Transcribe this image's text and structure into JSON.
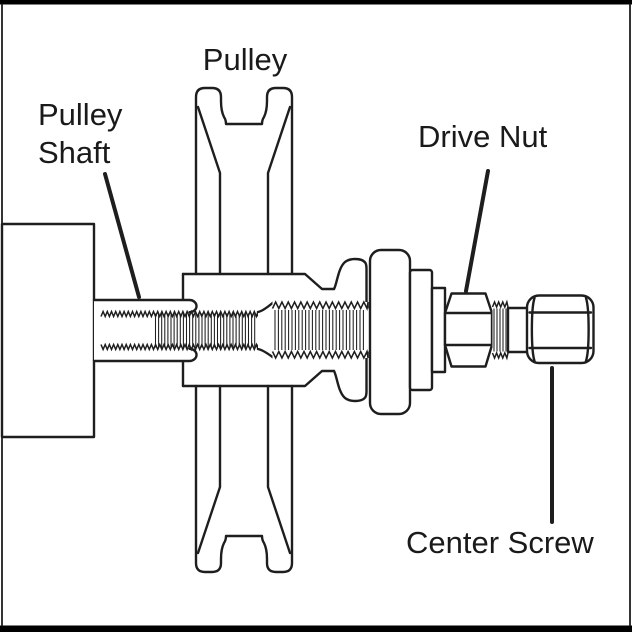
{
  "frame": {
    "background": "#ffffff",
    "bar_color": "#000000",
    "line_color": "#1e1e1e",
    "text_color": "#1a1a1a"
  },
  "labels": {
    "pulley": "Pulley",
    "pulley_shaft": {
      "line1": "Pulley",
      "line2": "Shaft"
    },
    "drive_nut": "Drive Nut",
    "center_screw": "Center Screw"
  }
}
